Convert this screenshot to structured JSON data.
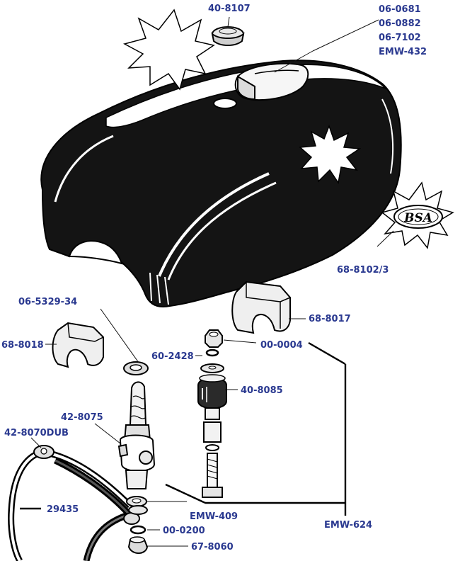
{
  "labels": {
    "p40_8107": "40-8107",
    "p06_0681": "06-0681",
    "p06_0882": "06-0882",
    "p06_7102": "06-7102",
    "pEMW_432": "EMW-432",
    "p68_8102_3": "68-8102/3",
    "p06_5329_34": "06-5329-34",
    "p68_8017": "68-8017",
    "p68_8018": "68-8018",
    "p00_0004": "00-0004",
    "p60_2428": "60-2428",
    "p40_8085": "40-8085",
    "p42_8075": "42-8075",
    "p42_8070DUB": "42-8070DUB",
    "p29435": "29435",
    "pEMW_409": "EMW-409",
    "p00_0200": "00-0200",
    "pEMW_624": "EMW-624",
    "p67_8060": "67-8060"
  },
  "badge_text": "BSA",
  "colors": {
    "label": "#2a3990",
    "ink": "#000000",
    "paper": "#ffffff"
  }
}
